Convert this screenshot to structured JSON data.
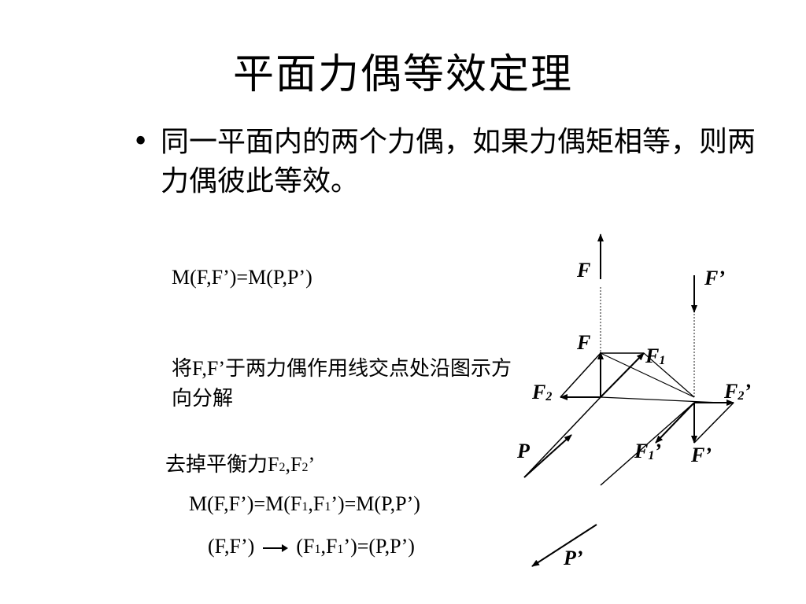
{
  "title": "平面力偶等效定理",
  "bullet_symbol": "•",
  "theorem_text": "同一平面内的两个力偶，如果力偶矩相等，则两力偶彼此等效。",
  "moment_equation": "M(F,F’)=M(P,P’)",
  "decompose_text": "将F,F’于两力偶作用线交点处沿图示方向分解",
  "remove_prefix": "去掉平衡力F",
  "remove_sub1": "2",
  "remove_mid": ",F",
  "remove_sub2": "2",
  "remove_suffix": "’",
  "eq2_part1": "M(F,F’)=M(F",
  "eq2_sub1": "1",
  "eq2_part2": ",F",
  "eq2_sub2": "1",
  "eq2_part3": "’)=M(P,P’)",
  "eq3_part1": "(F,F’)",
  "eq3_part2": "(F",
  "eq3_sub1": "1",
  "eq3_part3": ",F",
  "eq3_sub2": "1",
  "eq3_part4": "’)=(P,P’)",
  "labels": {
    "F_top": "F",
    "Fprime_top": "F’",
    "F_mid": "F",
    "F1": "F",
    "F1_sub": "1",
    "F2": "F",
    "F2_sub": "2",
    "F2prime": "F",
    "F2prime_sub": "2",
    "F2prime_tick": "’",
    "P": "P",
    "F1prime": "F",
    "F1prime_sub": "1",
    "F1prime_tick": "’",
    "Fprime_bottom": "F’",
    "Pprime": "P’"
  }
}
